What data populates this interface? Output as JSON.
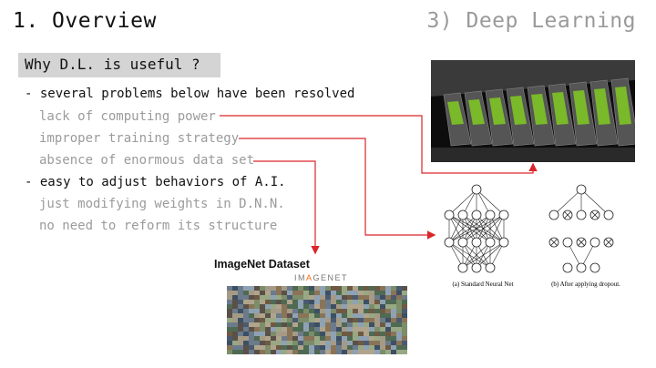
{
  "header": {
    "title": "1. Overview",
    "section": "3) Deep Learning"
  },
  "heading_badge": "Why D.L. is useful ?",
  "bullets": [
    {
      "text": "- several problems below have been resolved",
      "style": "dark"
    },
    {
      "text": "lack of computing power",
      "style": "grey"
    },
    {
      "text": "improper training strategy",
      "style": "grey"
    },
    {
      "text": "absence of enormous data set",
      "style": "grey"
    },
    {
      "text": "- easy to adjust behaviors of A.I.",
      "style": "dark"
    },
    {
      "text": "just modifying weights in D.N.N.",
      "style": "grey"
    },
    {
      "text": "no need to reform its structure",
      "style": "grey"
    }
  ],
  "imagenet": {
    "label": "ImageNet Dataset",
    "logo_pre": "IM",
    "logo_accent": "A",
    "logo_post": "GENET"
  },
  "nn_figure": {
    "caption_a": "(a) Standard Neural Net",
    "caption_b": "(b) After applying dropout."
  },
  "colors": {
    "arrow": "#d9262a",
    "badge_bg": "#d4d4d4",
    "grey_text": "#9b9b9b",
    "imagenet_accent": "#ff6a00"
  }
}
